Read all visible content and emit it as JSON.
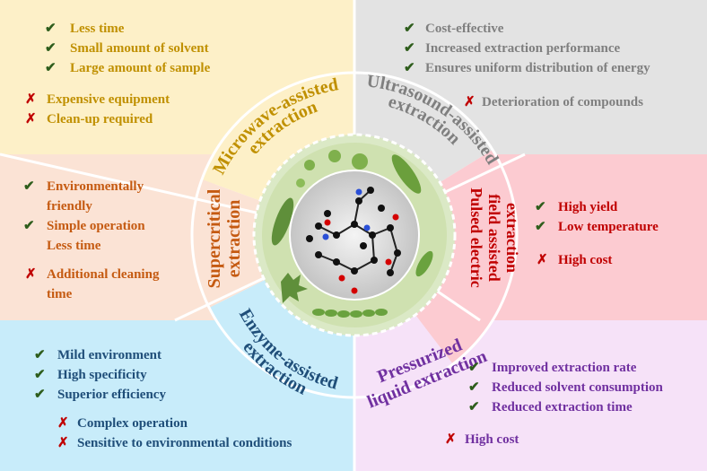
{
  "colors": {
    "microwave": "#fdf0c8",
    "ultrasound": "#e3e3e3",
    "supercritical": "#fbe3d5",
    "pulsed": "#fccbd1",
    "enzyme": "#c8ecfa",
    "pressurized": "#f6e2f8",
    "check": "#2e5d1c",
    "cross": "#c00000",
    "microwave_text": "#c09000",
    "ultrasound_text": "#7f7f7f",
    "supercritical_text": "#c55a11",
    "pulsed_text": "#c00000",
    "enzyme_text": "#1f4e79",
    "pressurized_text": "#7030a0"
  },
  "symbols": {
    "pro": "✔",
    "con": "✗"
  },
  "microwave": {
    "label": [
      "Microwave-assisted",
      "extraction"
    ],
    "pros": [
      "Less time",
      "Small amount of solvent",
      "Large amount of sample"
    ],
    "cons": [
      "Expensive equipment",
      "Clean-up required"
    ]
  },
  "ultrasound": {
    "label": [
      "Ultrasound-assisted",
      "extraction"
    ],
    "pros": [
      "Cost-effective",
      "Increased extraction performance",
      "Ensures uniform distribution of energy"
    ],
    "cons": [
      "Deterioration of compounds"
    ]
  },
  "supercritical": {
    "label": [
      "Supercritical",
      "extraction"
    ],
    "pros": [
      [
        "Environmentally",
        "friendly"
      ],
      [
        "Simple operation",
        "Less time"
      ]
    ],
    "cons": [
      [
        "Additional cleaning",
        "time"
      ]
    ]
  },
  "pulsed": {
    "label": [
      "Pulsed electric",
      "field assisted",
      "extraction"
    ],
    "pros": [
      "High yield",
      "Low temperature"
    ],
    "cons": [
      "High cost"
    ]
  },
  "enzyme": {
    "label": [
      "Enzyme-assisted",
      "extraction"
    ],
    "pros": [
      "Mild environment",
      "High specificity",
      "Superior efficiency"
    ],
    "cons": [
      "Complex operation",
      "Sensitive to environmental conditions"
    ]
  },
  "pressurized": {
    "label": [
      "Pressurized",
      "liquid extraction"
    ],
    "pros": [
      "Improved extraction rate",
      "Reduced solvent consumption",
      "Reduced extraction time"
    ],
    "cons": [
      "High cost"
    ]
  }
}
